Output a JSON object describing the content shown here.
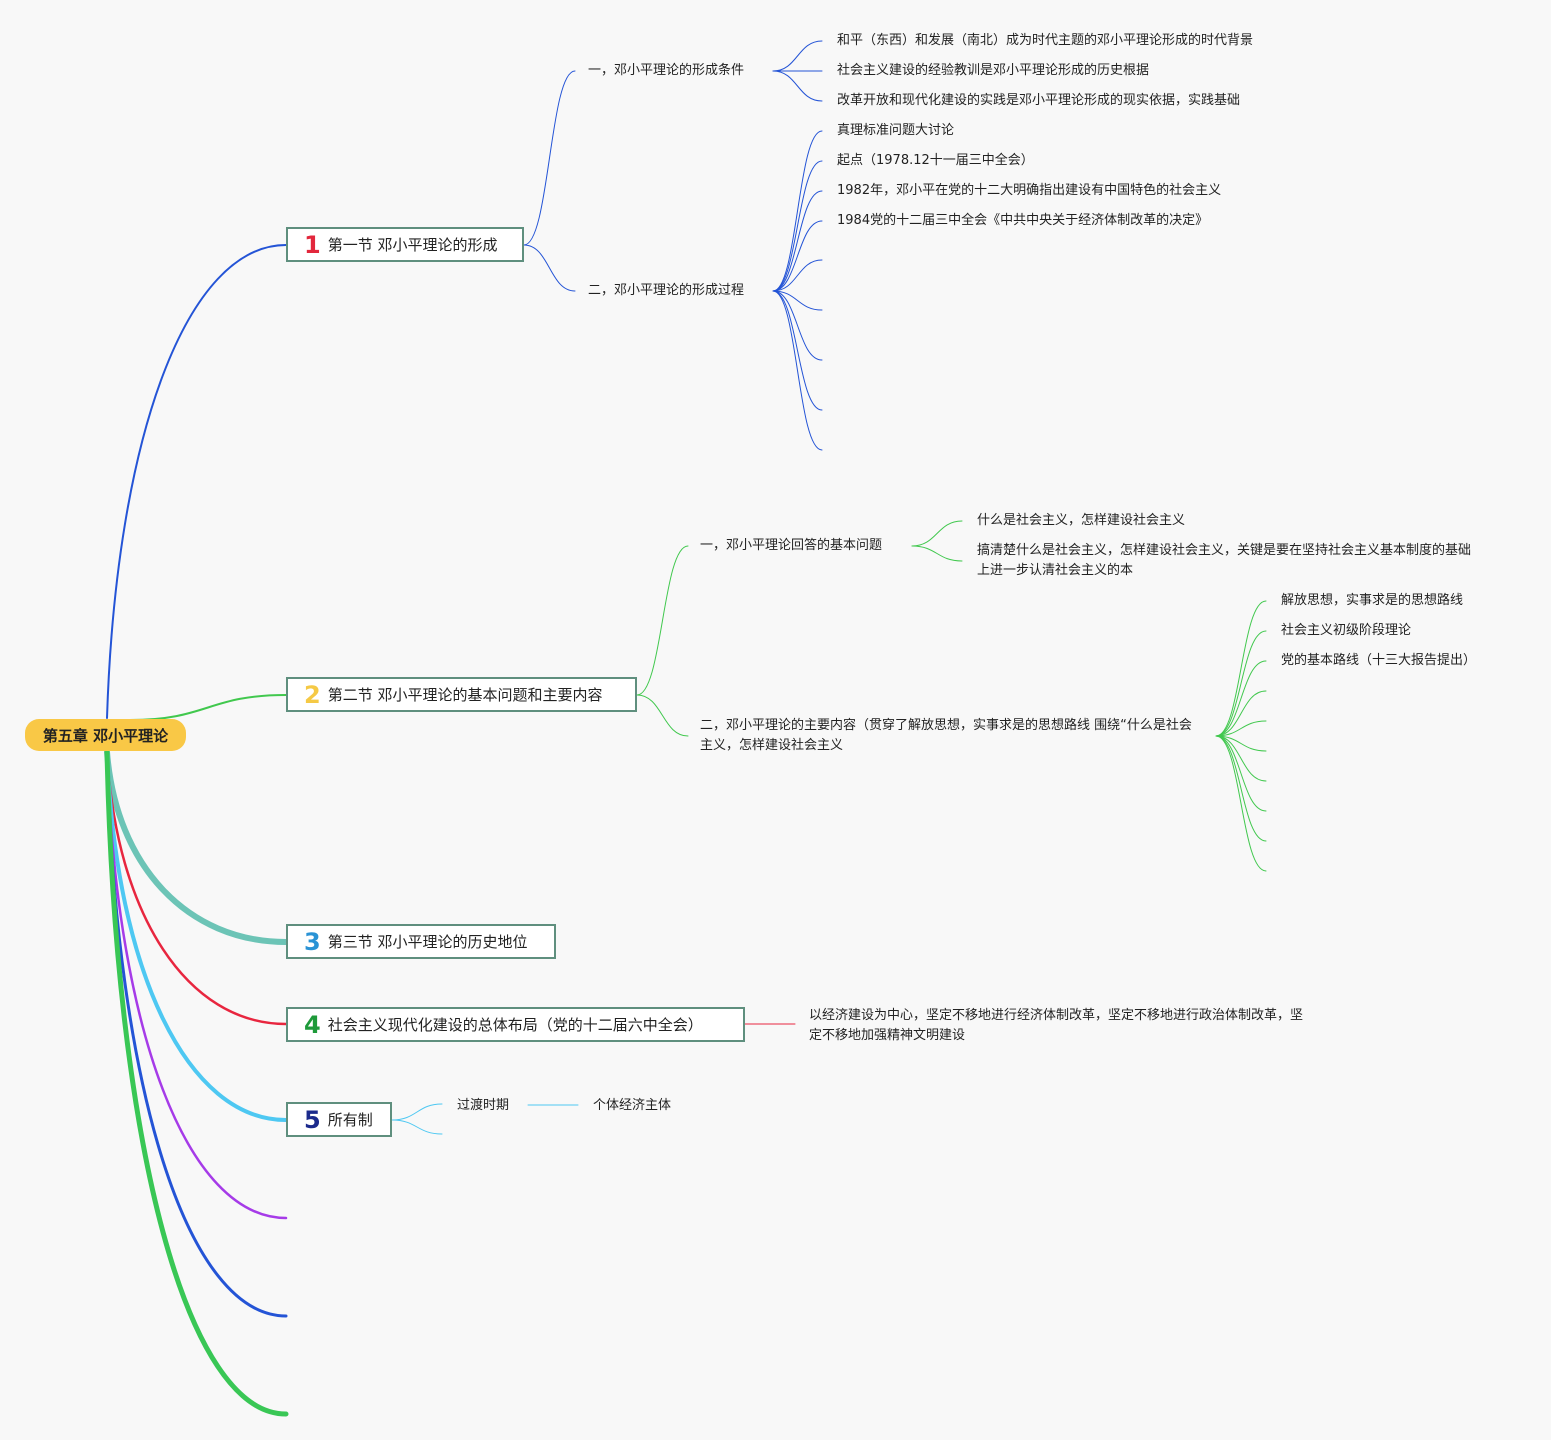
{
  "root": {
    "label": "第五章 邓小平理论",
    "color": "#f9c846"
  },
  "sections": [
    {
      "num": "1",
      "num_color": "#e2273c",
      "branch_color": "#2454d6",
      "label": "第一节 邓小平理论的形成",
      "children": [
        {
          "label": "一，邓小平理论的形成条件",
          "children": [
            "和平（东西）和发展（南北）成为时代主题的邓小平理论形成的时代背景",
            "社会主义建设的经验教训是邓小平理论形成的历史根据",
            "改革开放和现代化建设的实践是邓小平理论形成的现实依据，实践基础"
          ]
        },
        {
          "label": "二，邓小平理论的形成过程",
          "children": [
            "真理标准问题大讨论",
            "起点（1978.12十一届三中全会）",
            "1982年，邓小平在党的十二大明确指出建设有中国特色的社会主义",
            "1984党的十二届三中全会《中共中央关于经济体制改革的决定》",
            "",
            "",
            "",
            "",
            ""
          ]
        }
      ]
    },
    {
      "num": "2",
      "num_color": "#f5c945",
      "branch_color": "#41c84e",
      "label": "第二节 邓小平理论的基本问题和主要内容",
      "children": [
        {
          "label": "一，邓小平理论回答的基本问题",
          "children": [
            "什么是社会主义，怎样建设社会主义",
            "搞清楚什么是社会主义，怎样建设社会主义，关键是要在坚持社会主义基本制度的基础上进一步认清社会主义的本"
          ]
        },
        {
          "label": "二，邓小平理论的主要内容（贯穿了解放思想，实事求是的思想路线 围绕“什么是社会主义，怎样建设社会主义",
          "children": [
            "解放思想，实事求是的思想路线",
            "社会主义初级阶段理论",
            "党的基本路线（十三大报告提出）",
            "",
            "",
            "",
            "",
            "",
            "",
            ""
          ]
        }
      ]
    },
    {
      "num": "3",
      "num_color": "#2a93d5",
      "branch_color": "#6cc4b6",
      "label": "第三节 邓小平理论的历史地位",
      "children": []
    },
    {
      "num": "4",
      "num_color": "#1e9a3a",
      "branch_color": "#e8263f",
      "label": "社会主义现代化建设的总体布局（党的十二届六中全会）",
      "children": [
        {
          "label": "以经济建设为中心，坚定不移地进行经济体制改革，坚定不移地进行政治体制改革，坚定不移地加强精神文明建设",
          "children": []
        }
      ]
    },
    {
      "num": "5",
      "num_color": "#1b2a8c",
      "branch_color": "#4ec8f2",
      "label": "所有制",
      "children": [
        {
          "label": "过渡时期",
          "children": [
            "个体经济主体"
          ]
        },
        {
          "label": "",
          "children": []
        }
      ]
    }
  ],
  "empty_branches": [
    {
      "color": "#a63be8"
    },
    {
      "color": "#2454d6"
    },
    {
      "color": "#39c755"
    }
  ]
}
